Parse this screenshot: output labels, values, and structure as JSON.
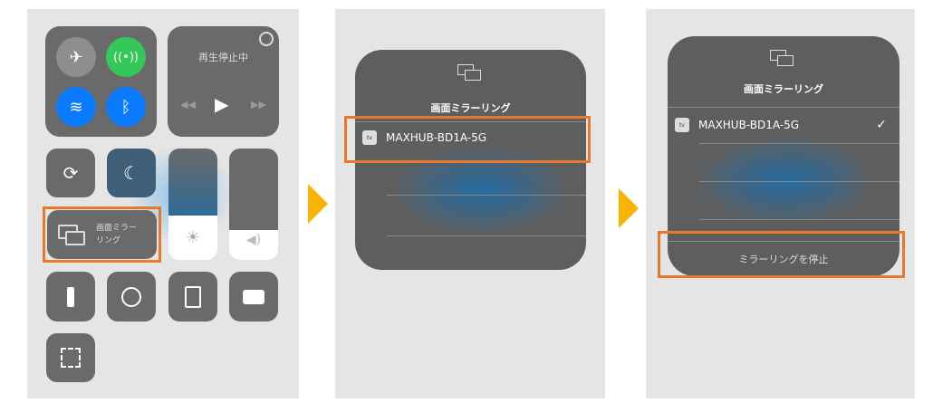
{
  "panel1": {
    "media_status": "再生停止中",
    "mirroring_label_line1": "画面ミラー",
    "mirroring_label_line2": "リング"
  },
  "panel2": {
    "title": "画面ミラーリング",
    "device": "MAXHUB-BD1A-5G",
    "device_badge": "tv"
  },
  "panel3": {
    "title": "画面ミラーリング",
    "device": "MAXHUB-BD1A-5G",
    "device_badge": "tv",
    "checkmark": "✓",
    "stop_button": "ミラーリングを停止"
  },
  "colors": {
    "highlight": "#e8782c",
    "arrow": "#f7b500",
    "green": "#34c759",
    "blue": "#0a7aff"
  }
}
